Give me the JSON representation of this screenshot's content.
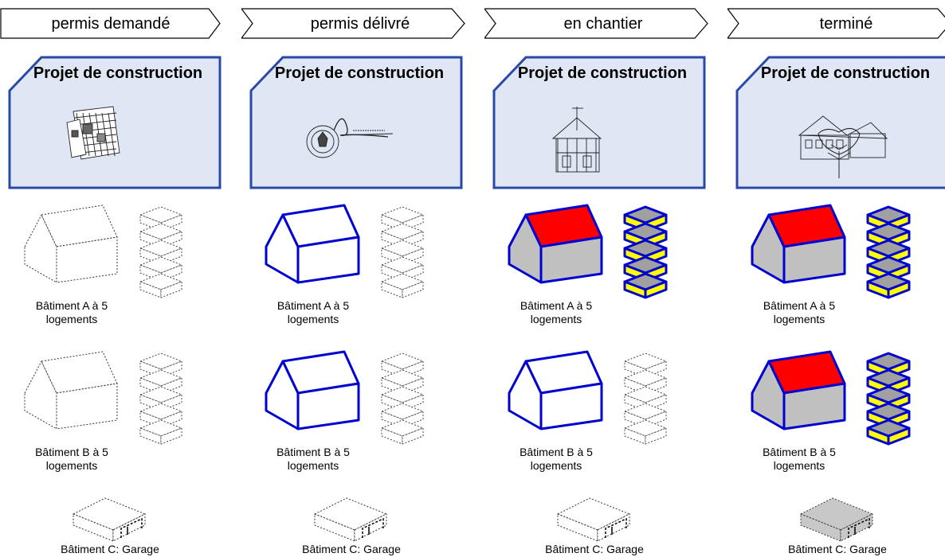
{
  "stages": [
    {
      "label": "permis demandé",
      "project_title": "Projet de construction",
      "project_illustration": "plans-drawing",
      "buildings": [
        {
          "label": "Bâtiment A à 5 logements",
          "state": "requested"
        },
        {
          "label": "Bâtiment B à 5 logements",
          "state": "requested"
        }
      ],
      "garage": {
        "label": "Bâtiment C: Garage",
        "state": "requested"
      }
    },
    {
      "label": "permis délivré",
      "project_title": "Projet de construction",
      "project_illustration": "stamp-signature-drawing",
      "buildings": [
        {
          "label": "Bâtiment A à 5 logements",
          "state": "approved"
        },
        {
          "label": "Bâtiment B à 5 logements",
          "state": "approved"
        }
      ],
      "garage": {
        "label": "Bâtiment C: Garage",
        "state": "requested"
      }
    },
    {
      "label": "en chantier",
      "project_title": "Projet de construction",
      "project_illustration": "house-under-construction-drawing",
      "buildings": [
        {
          "label": "Bâtiment A à 5 logements",
          "state": "built"
        },
        {
          "label": "Bâtiment B à 5 logements",
          "state": "approved"
        }
      ],
      "garage": {
        "label": "Bâtiment C: Garage",
        "state": "requested"
      }
    },
    {
      "label": "terminé",
      "project_title": "Projet de construction",
      "project_illustration": "finished-house-tree-drawing",
      "buildings": [
        {
          "label": "Bâtiment A à 5 logements",
          "state": "built"
        },
        {
          "label": "Bâtiment B à 5 logements",
          "state": "built"
        }
      ],
      "garage": {
        "label": "Bâtiment C: Garage",
        "state": "built"
      }
    }
  ],
  "colors": {
    "outline_approved": "#0000d0",
    "roof_built": "#ff0000",
    "wall_built": "#c0c0c0",
    "unit_built_face": "#ffff00",
    "unit_built_body": "#a0a0a0",
    "project_box_fill": "#dfe7f5",
    "project_box_stroke": "#2a48a8",
    "garage_built": "#c8c8c8"
  }
}
